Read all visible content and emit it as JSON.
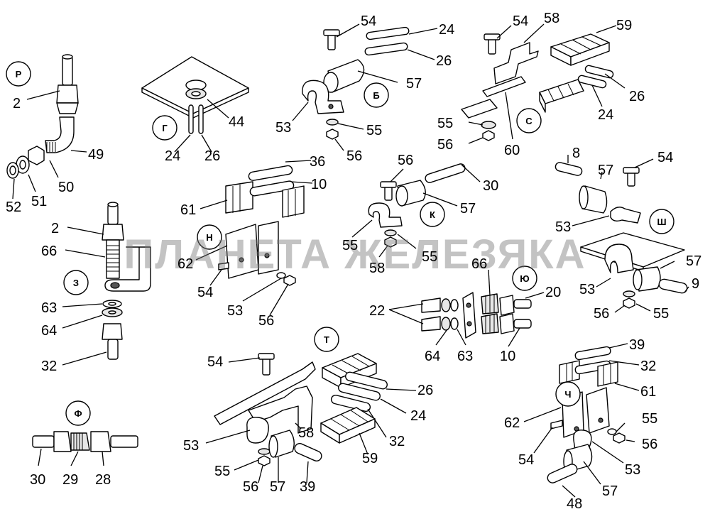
{
  "watermark": "ПЛАНЕТА ЖЕЛЕЗЯКА",
  "groups": {
    "r": "Р",
    "g": "Г",
    "b": "Б",
    "s": "С",
    "n": "Н",
    "k": "К",
    "sh": "Ш",
    "z": "З",
    "yu": "Ю",
    "t": "Т",
    "f": "Ф",
    "ch": "Ч"
  },
  "callouts": {
    "c2a": "2",
    "c49": "49",
    "c50": "50",
    "c51": "51",
    "c52": "52",
    "c2b": "2",
    "c66a": "66",
    "c63a": "63",
    "c64a": "64",
    "c32a": "32",
    "c30a": "30",
    "c29": "29",
    "c28": "28",
    "c44": "44",
    "c24a": "24",
    "c26a": "26",
    "c61a": "61",
    "c62a": "62",
    "c36": "36",
    "c10a": "10",
    "c54a": "54",
    "c53a": "53",
    "c56a": "56",
    "c54b": "54",
    "c24b": "24",
    "c26b": "26",
    "c57a": "57",
    "c53b": "53",
    "c55a": "55",
    "c56b": "56",
    "c54c": "54",
    "c58a": "58",
    "c59a": "59",
    "c26c": "26",
    "c24c": "24",
    "c55b": "55",
    "c56c": "56",
    "c60": "60",
    "c56d": "56",
    "c30b": "30",
    "c57b": "57",
    "c55c": "55",
    "c58b": "58",
    "c55d": "55",
    "c8": "8",
    "c57c": "57",
    "c54d": "54",
    "c53c": "53",
    "c57d": "57",
    "c53d": "53",
    "c9": "9",
    "c56e": "56",
    "c55e": "55",
    "c66b": "66",
    "c20": "20",
    "c22": "22",
    "c64b": "64",
    "c63b": "63",
    "c10b": "10",
    "c54e": "54",
    "c26d": "26",
    "c24d": "24",
    "c32b": "32",
    "c59b": "59",
    "c58c": "58",
    "c53e": "53",
    "c55f": "55",
    "c56f": "56",
    "c57e": "57",
    "c39a": "39",
    "c39b": "39",
    "c32c": "32",
    "c61b": "61",
    "c62b": "62",
    "c55g": "55",
    "c54f": "54",
    "c56g": "56",
    "c53f": "53",
    "c57f": "57",
    "c48": "48"
  }
}
